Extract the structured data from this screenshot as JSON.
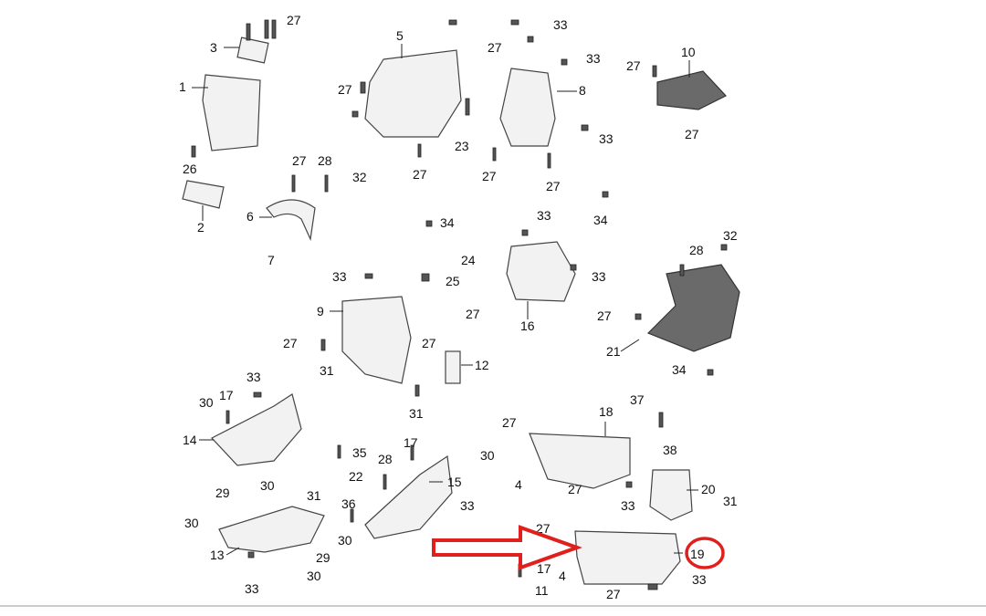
{
  "colors": {
    "arrow": "#e0201c",
    "circle": "#e0201c",
    "part_fill": "#f2f2f2",
    "dark_part": "#6a6a6a"
  },
  "highlight": {
    "arrow_target": "19",
    "circled_label": "19"
  },
  "callouts": [
    "1",
    "2",
    "3",
    "4",
    "5",
    "6",
    "7",
    "8",
    "9",
    "10",
    "11",
    "12",
    "13",
    "14",
    "15",
    "16",
    "17",
    "18",
    "19",
    "20",
    "21",
    "22",
    "23",
    "24",
    "25",
    "26",
    "27",
    "28",
    "29",
    "30",
    "31",
    "32",
    "33",
    "34",
    "35",
    "36",
    "37",
    "38"
  ]
}
